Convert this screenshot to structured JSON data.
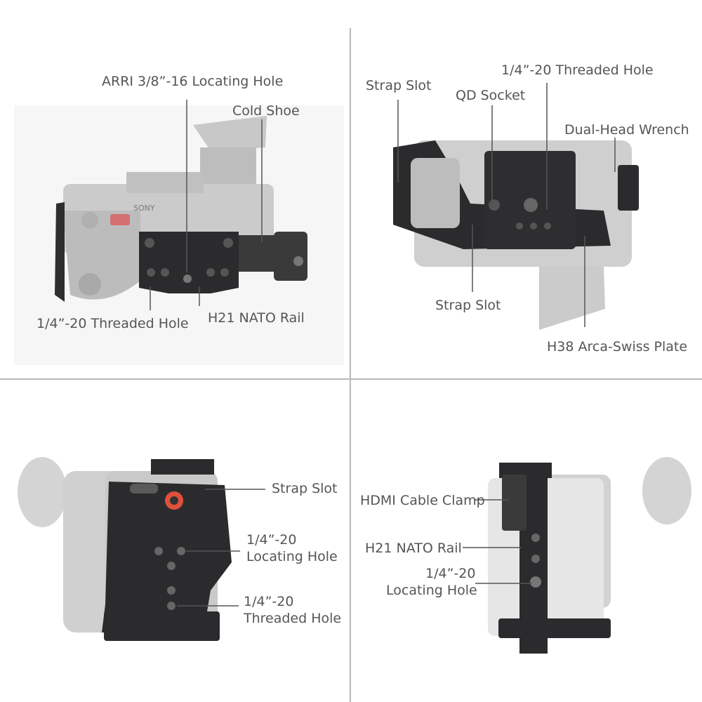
{
  "colors": {
    "background": "#ffffff",
    "divider": "#b9b9b9",
    "label_text": "#555555",
    "leader_line": "#555555",
    "camera_body": "#c9c9c9",
    "cage_metal": "#2b2b2d",
    "accent_knob": "#e0503c"
  },
  "panels": {
    "top_left": {
      "callouts": {
        "arri_hole": "ARRI 3/8”-16 Locating Hole",
        "cold_shoe": "Cold Shoe",
        "threaded_hole": "1/4”-20 Threaded Hole",
        "nato_rail": "H21 NATO Rail"
      },
      "camera_text": {
        "brand": "SONY"
      }
    },
    "top_right": {
      "callouts": {
        "strap_slot_top": "Strap Slot",
        "qd_socket": "QD Socket",
        "threaded_hole": "1/4”-20 Threaded Hole",
        "wrench": "Dual-Head Wrench",
        "strap_slot_bottom": "Strap Slot",
        "arca_plate": "H38 Arca-Swiss Plate"
      }
    },
    "bottom_left": {
      "callouts": {
        "strap_slot": "Strap Slot",
        "locating_hole_line1": "1/4”-20",
        "locating_hole_line2": "Locating Hole",
        "threaded_hole_line1": "1/4”-20",
        "threaded_hole_line2": "Threaded Hole"
      }
    },
    "bottom_right": {
      "callouts": {
        "hdmi_clamp": "HDMI Cable Clamp",
        "nato_rail": "H21 NATO Rail",
        "locating_hole_line1": "1/4”-20",
        "locating_hole_line2": "Locating Hole"
      }
    }
  }
}
